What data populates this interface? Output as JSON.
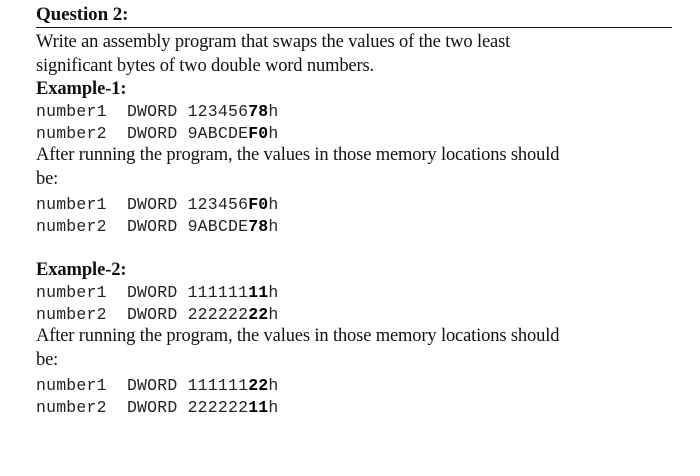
{
  "document": {
    "heading": "Question 2:",
    "prompt_lines": [
      "Write an assembly program that swaps the values of the two least",
      "significant bytes of two double word numbers."
    ],
    "result_intro_lines": [
      "After running the program, the values in those memory locations should",
      "be:"
    ],
    "examples": [
      {
        "label": "Example-1:",
        "initial": [
          {
            "name": "number1",
            "directive": "DWORD",
            "value_prefix": "123456",
            "value_bold": "78",
            "suffix": "h"
          },
          {
            "name": "number2",
            "directive": "DWORD",
            "value_prefix": "9ABCDE",
            "value_bold": "F0",
            "suffix": "h"
          }
        ],
        "result_intro_line_1": "After running the program, the values in those memory locations should",
        "result_intro_line_2": "be:",
        "result": [
          {
            "name": "number1",
            "directive": "DWORD",
            "value_prefix": "123456",
            "value_bold": "F0",
            "suffix": "h"
          },
          {
            "name": "number2",
            "directive": "DWORD",
            "value_prefix": "9ABCDE",
            "value_bold": "78",
            "suffix": "h"
          }
        ]
      },
      {
        "label": "Example-2:",
        "initial": [
          {
            "name": "number1",
            "directive": "DWORD",
            "value_prefix": "111111",
            "value_bold": "11",
            "suffix": "h"
          },
          {
            "name": "number2",
            "directive": "DWORD",
            "value_prefix": "222222",
            "value_bold": "22",
            "suffix": "h"
          }
        ],
        "result_intro_line_1": "After running the program, the values in those memory locations should",
        "result_intro_line_2": "be:",
        "result": [
          {
            "name": "number1",
            "directive": "DWORD",
            "value_prefix": "111111",
            "value_bold": "22",
            "suffix": "h"
          },
          {
            "name": "number2",
            "directive": "DWORD",
            "value_prefix": "222222",
            "value_bold": "11",
            "suffix": "h"
          }
        ]
      }
    ]
  }
}
